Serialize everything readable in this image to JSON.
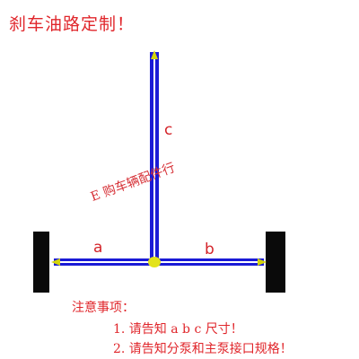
{
  "title": "刹车油路定制！",
  "labels": {
    "a": "a",
    "b": "b",
    "c": "c"
  },
  "watermark": "E 购车辆配件行",
  "notes": {
    "heading": "注意事项：",
    "items": [
      "1. 请告知 a b c 尺寸！",
      "2. 请告知分泵和主泵接口规格！"
    ]
  },
  "colors": {
    "text": "#e0262b",
    "line": "#1a1ad6",
    "joint": "#e3e31a",
    "arrow": "#d4d40a",
    "wheel": "#0a0a0a"
  }
}
